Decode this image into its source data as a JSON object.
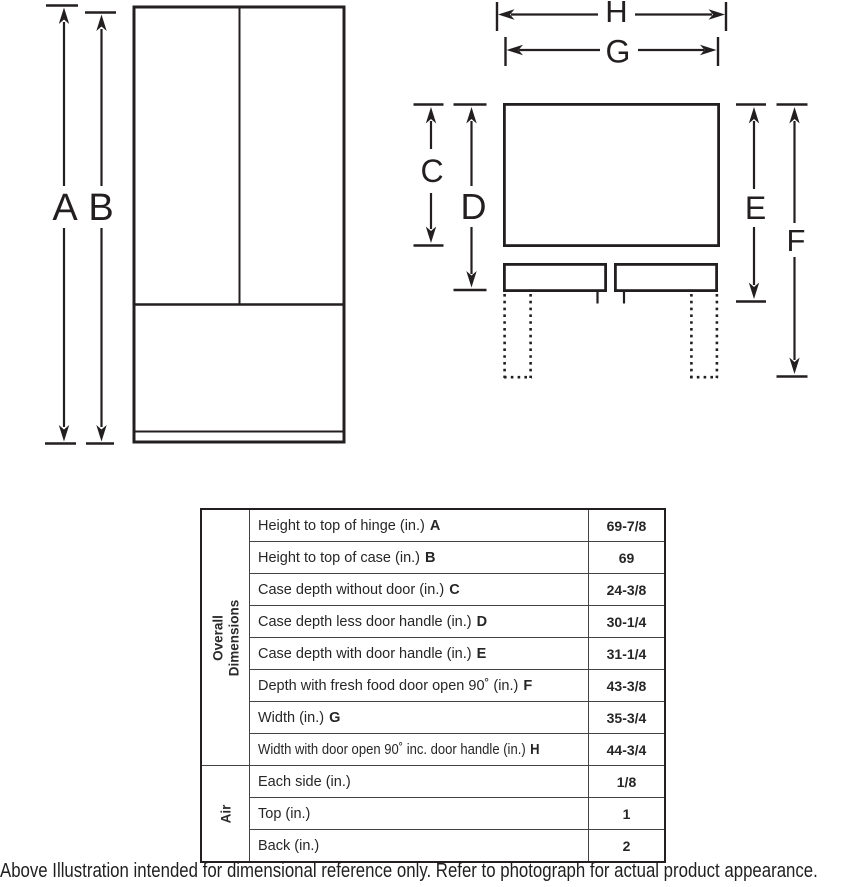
{
  "colors": {
    "ink": "#231f20"
  },
  "diagram": {
    "front_labels": {
      "A": "A",
      "B": "B"
    },
    "top_labels": {
      "C": "C",
      "D": "D",
      "E": "E",
      "F": "F",
      "G": "G",
      "H": "H"
    }
  },
  "table": {
    "sections": [
      {
        "name": "Overall Dimensions",
        "lines": [
          "Overall",
          "Dimensions"
        ]
      },
      {
        "name": "Air",
        "lines": [
          "Air"
        ]
      }
    ],
    "rows": [
      {
        "label": "Height to top of hinge (in.)",
        "letter": "A",
        "value": "69-7/8"
      },
      {
        "label": "Height to top of case (in.)",
        "letter": "B",
        "value": "69"
      },
      {
        "label": "Case depth without door (in.)",
        "letter": "C",
        "value": "24-3/8"
      },
      {
        "label": "Case depth less door handle (in.)",
        "letter": "D",
        "value": "30-1/4"
      },
      {
        "label": "Case depth with door handle (in.)",
        "letter": "E",
        "value": "31-1/4"
      },
      {
        "label": "Depth with fresh food door open 90˚ (in.)",
        "letter": "F",
        "value": "43-3/8"
      },
      {
        "label": "Width (in.)",
        "letter": "G",
        "value": "35-3/4"
      },
      {
        "label": "Width with door open 90˚ inc. door handle (in.)",
        "letter": "H",
        "value": "44-3/4"
      },
      {
        "label": "Each side (in.)",
        "letter": "",
        "value": "1/8"
      },
      {
        "label": "Top (in.)",
        "letter": "",
        "value": "1"
      },
      {
        "label": "Back (in.)",
        "letter": "",
        "value": "2"
      }
    ]
  },
  "caption": "Above Illustration intended for dimensional reference only. Refer to photograph for actual product appearance."
}
